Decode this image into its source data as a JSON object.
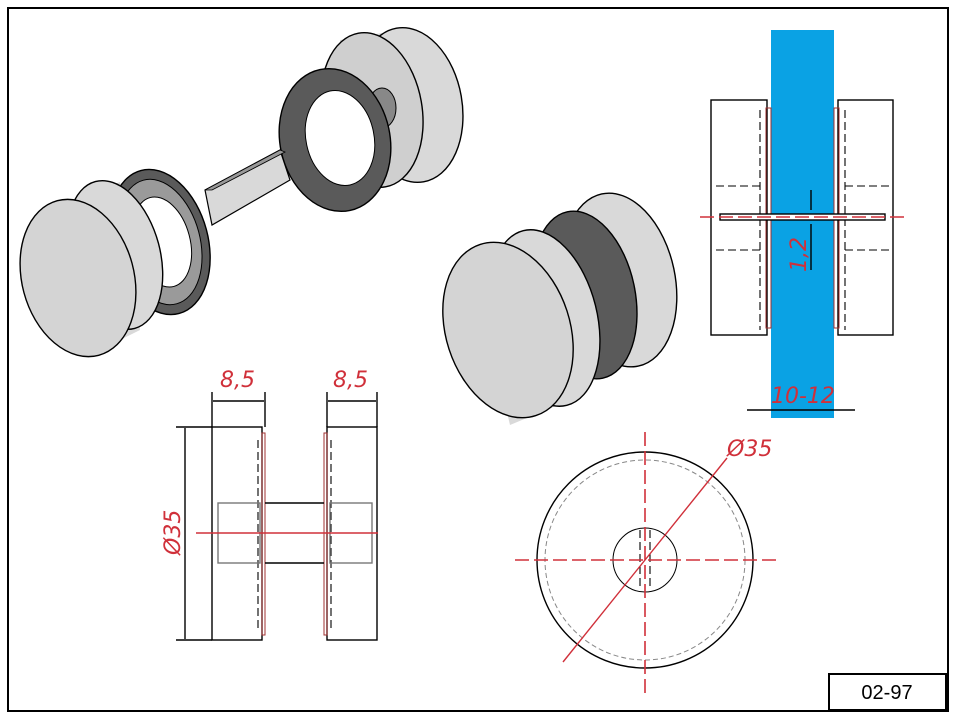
{
  "drawing": {
    "part_number": "02-97",
    "side_view": {
      "width_left": "8,5",
      "width_right": "8,5",
      "diameter": "Ø35"
    },
    "glass_view": {
      "gap": "1,2",
      "glass_thickness": "10-12"
    },
    "front_view": {
      "diameter": "Ø35"
    }
  },
  "colors": {
    "glass": "#0aa2e4",
    "dimension": "#d0303a",
    "part_fill": "#d9d9d9",
    "washer": "#5a5a5a"
  }
}
